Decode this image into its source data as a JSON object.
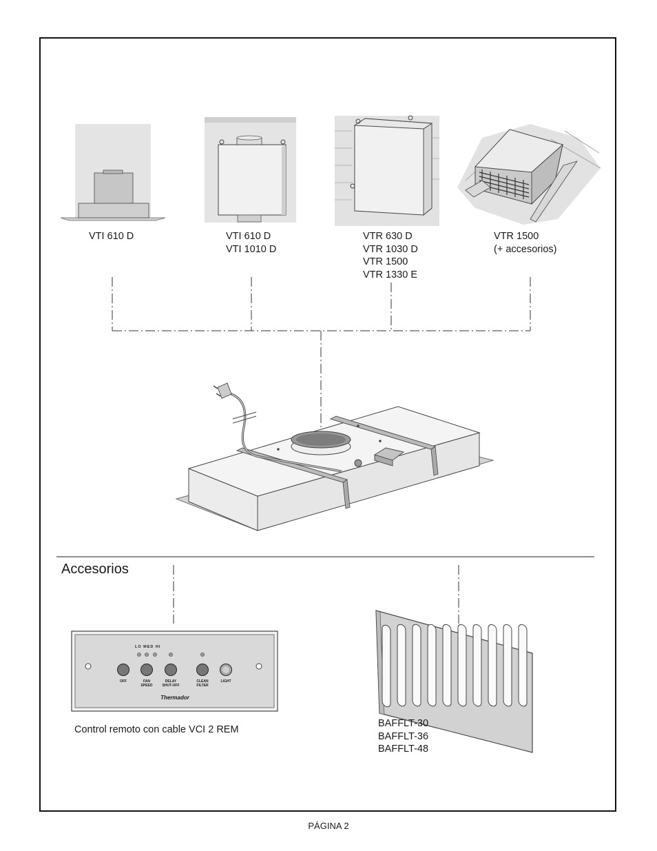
{
  "models": [
    {
      "labels": [
        "VTI 610 D"
      ]
    },
    {
      "labels": [
        "VTI 610 D",
        "VTI 1010 D"
      ]
    },
    {
      "labels": [
        "VTR 630 D",
        "VTR 1030 D",
        "VTR 1500",
        "VTR 1330 E"
      ]
    },
    {
      "labels": [
        "VTR 1500",
        "(+ accesorios)"
      ]
    }
  ],
  "accessories": {
    "title": "Accesorios",
    "remote": {
      "caption": "Control remoto con cable VCI 2 REM",
      "brand": "Thermador",
      "led_labels": [
        "LO",
        "MED",
        "HI"
      ],
      "buttons": [
        "OFF",
        "FAN SPEED",
        "DELAY SHUT-OFF",
        "CLEAN FILTER",
        "LIGHT"
      ]
    },
    "filter": {
      "labels": [
        "BAFFLT-30",
        "BAFFLT-36",
        "BAFFLT-48"
      ]
    }
  },
  "footer": {
    "page": "PÁGINA 2"
  }
}
